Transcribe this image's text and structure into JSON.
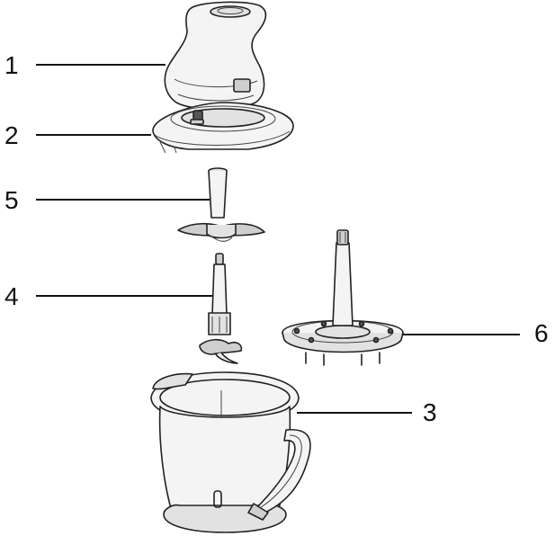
{
  "diagram": {
    "labels": [
      {
        "id": "1",
        "text": "1",
        "part": "motor-unit"
      },
      {
        "id": "2",
        "text": "2",
        "part": "lid"
      },
      {
        "id": "5",
        "text": "5",
        "part": "blade-small"
      },
      {
        "id": "4",
        "text": "4",
        "part": "blade-large"
      },
      {
        "id": "6",
        "text": "6",
        "part": "base-spindle"
      },
      {
        "id": "3",
        "text": "3",
        "part": "bowl"
      }
    ],
    "colors": {
      "line": "#222222",
      "fill_light": "#f4f4f4",
      "fill_mid": "#e2e2e2",
      "fill_dark": "#cfcfcf"
    }
  }
}
